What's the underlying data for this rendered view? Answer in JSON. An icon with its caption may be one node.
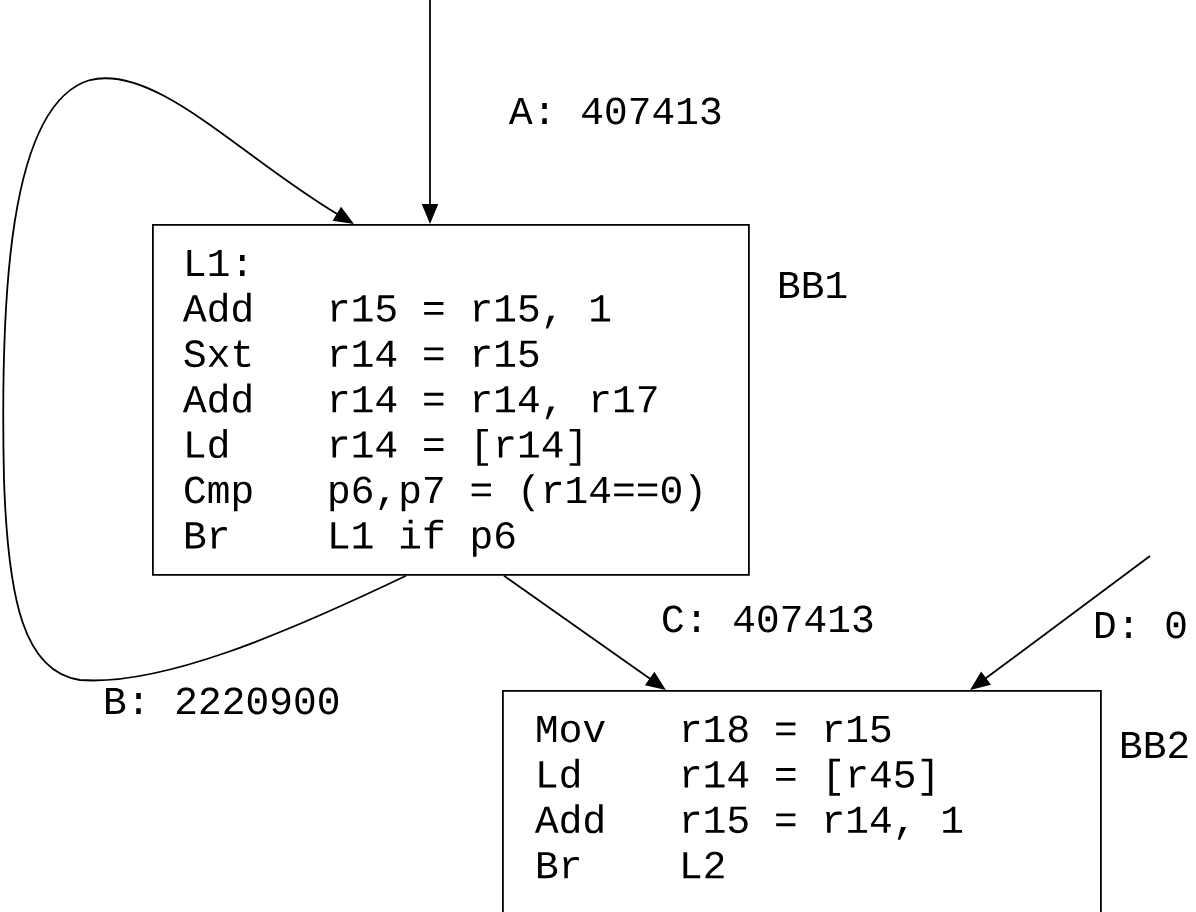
{
  "diagram": {
    "nodes": [
      {
        "text": [
          "L1:",
          "Add",
          "r15 = r15, 1",
          "Sxt",
          "r14 = r15",
          "Add",
          "r14 = r14, r17",
          "Ld",
          "r14 = [r14]",
          "Cmp",
          "p6,p7 = (r14==0)",
          "Br",
          "L1 if p6"
        ],
        "beside": [
          "BB1"
        ]
      },
      {
        "text": [
          "Mov",
          "r18 = r15",
          "Ld",
          "r14 = [r45]",
          "Add",
          "r15 = r14, 1",
          "Br",
          "L2"
        ],
        "beside": [
          "BB2"
        ]
      }
    ],
    "edges": [
      {
        "from": null,
        "to": 0,
        "arrow": "to",
        "label": "A: 407413"
      },
      {
        "from": 0,
        "to": 0,
        "arrow": "to",
        "label": "B: 2220900"
      },
      {
        "from": 0,
        "to": 1,
        "arrow": "to",
        "label": "C: 407413"
      },
      {
        "from": null,
        "to": 1,
        "arrow": "to",
        "label": "D: 0"
      }
    ]
  }
}
